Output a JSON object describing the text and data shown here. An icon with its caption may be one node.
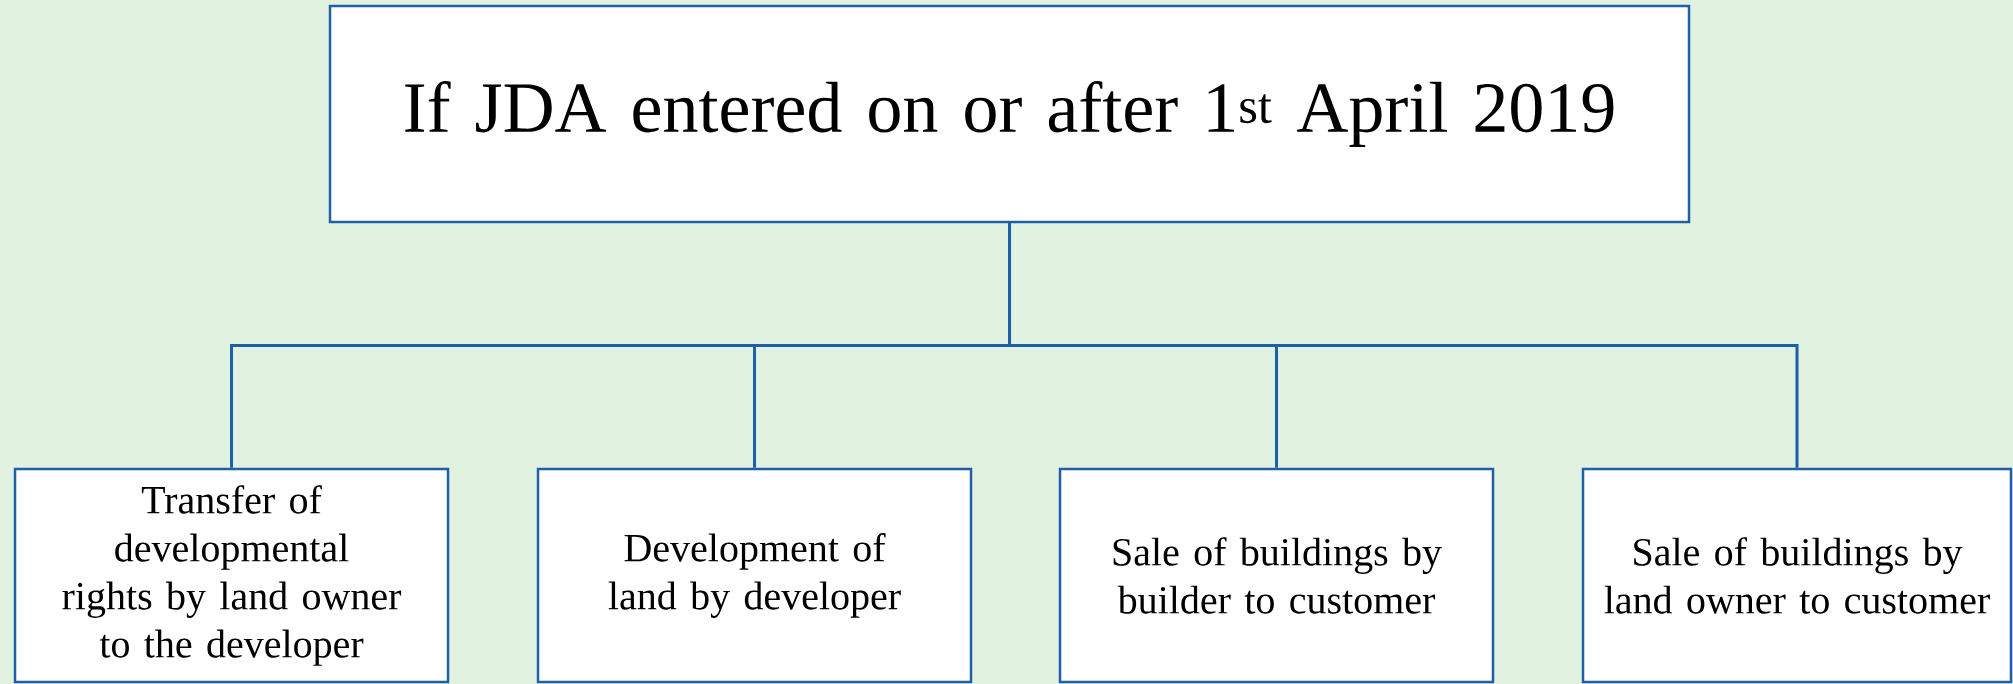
{
  "diagram": {
    "nodes": [
      {
        "text": [
          "If JDA entered on or after 1$^{st}$ April 2019"
        ]
      },
      {
        "text": [
          "Transfer of developmental rights by land owner to the developer"
        ]
      },
      {
        "text": [
          "Development of land by developer"
        ]
      },
      {
        "text": [
          "Sale of buildings by builder to customer"
        ]
      },
      {
        "text": [
          "Sale of buildings by land owner to customer"
        ]
      }
    ],
    "edges": [
      {
        "from": 0,
        "to": 1,
        "arrow": "none"
      },
      {
        "from": 0,
        "to": 2,
        "arrow": "none"
      },
      {
        "from": 0,
        "to": 3,
        "arrow": "none"
      },
      {
        "from": 0,
        "to": 4,
        "arrow": "none"
      }
    ]
  }
}
